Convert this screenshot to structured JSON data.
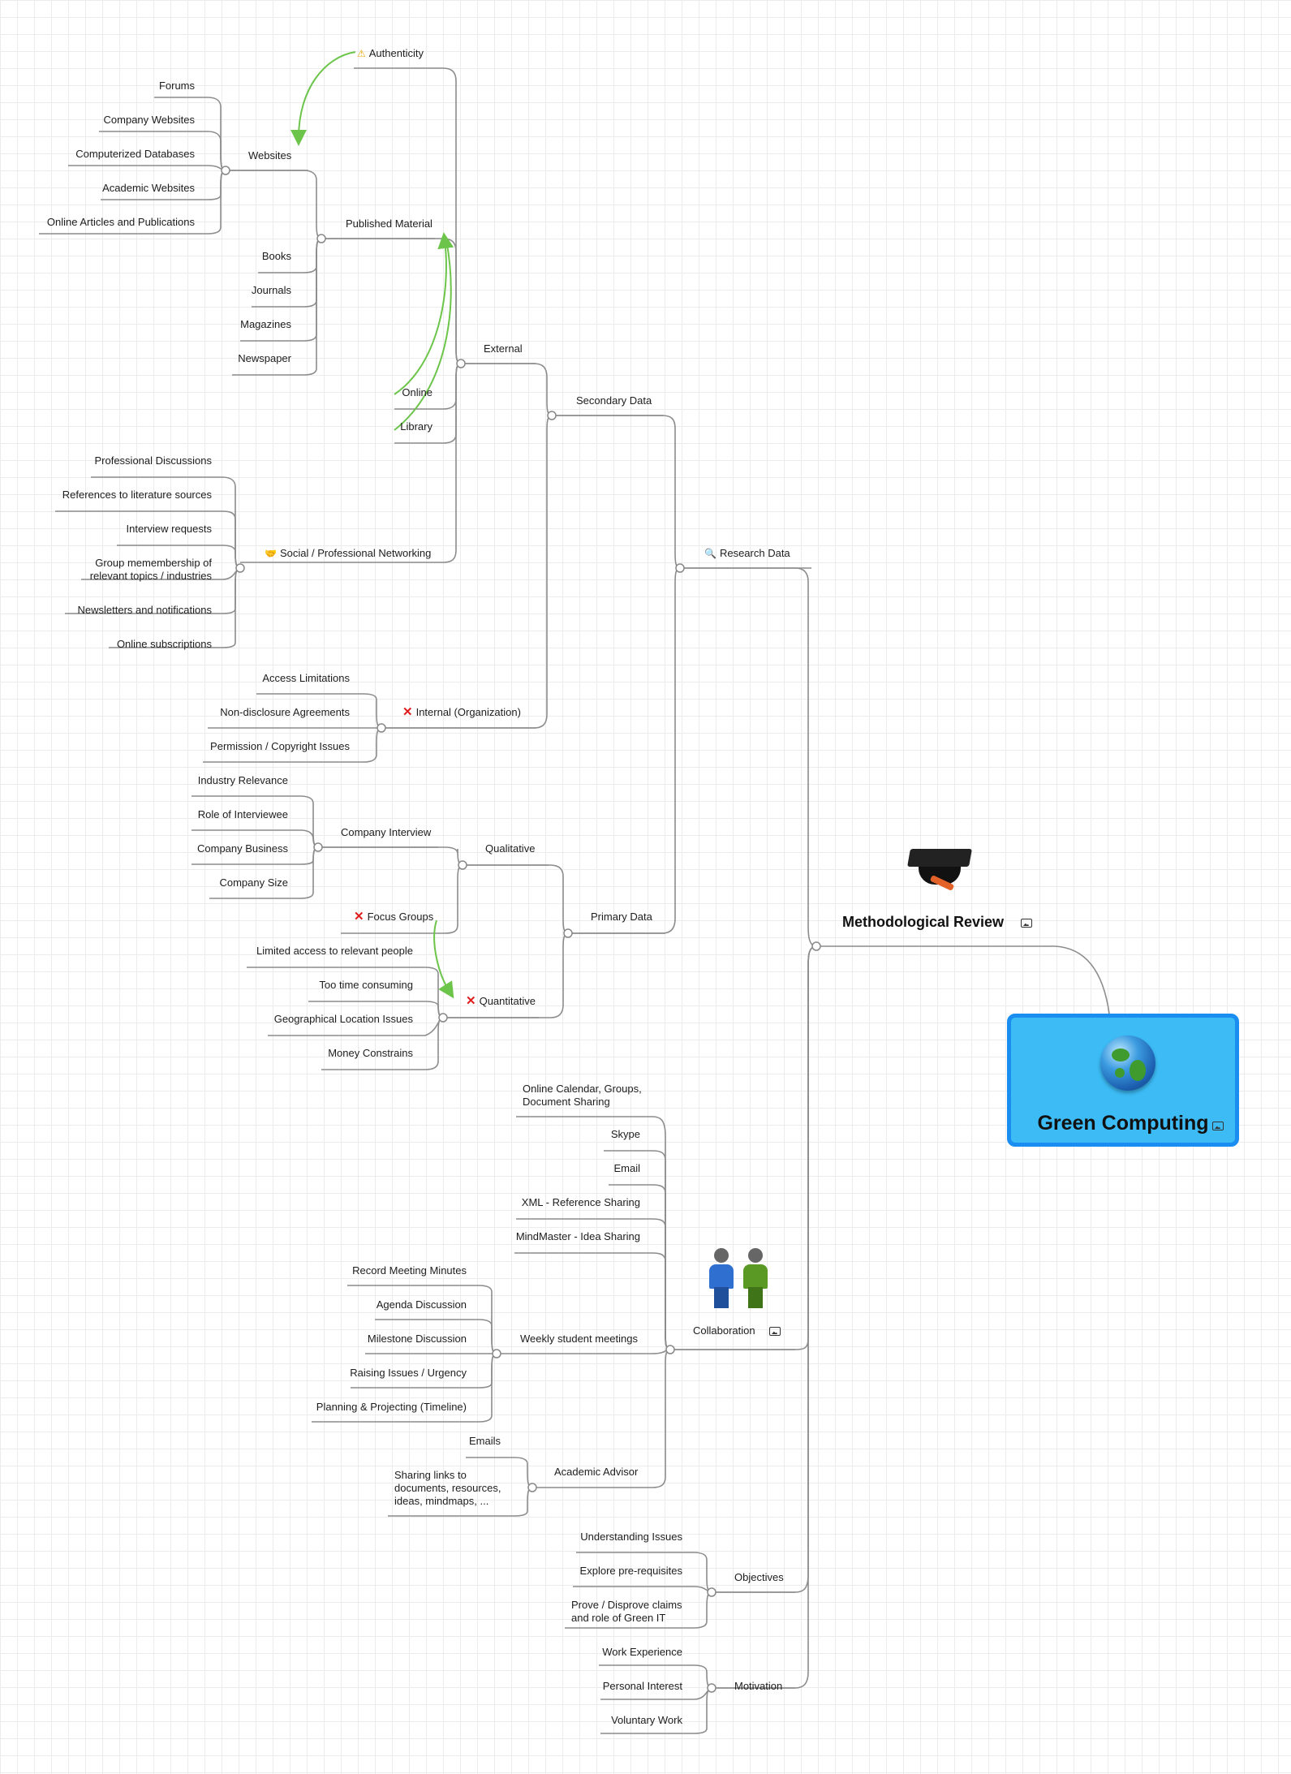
{
  "root": {
    "title": "Green Computing",
    "icon": "globe-icon",
    "image_icon": "image-icon"
  },
  "review": {
    "title": "Methodological Review",
    "icon": "graduation-cap-icon"
  },
  "research_data": {
    "label": "Research Data",
    "icon": "magnifier-icon"
  },
  "secondary_data": {
    "label": "Secondary Data"
  },
  "external": {
    "label": "External"
  },
  "authenticity": {
    "label": "Authenticity",
    "icon": "warning-icon"
  },
  "published_material": {
    "label": "Published Material"
  },
  "websites": {
    "label": "Websites",
    "items": [
      "Forums",
      "Company Websites",
      "Computerized Databases",
      "Academic Websites",
      "Online Articles and Publications"
    ]
  },
  "published_items": [
    "Books",
    "Journals",
    "Magazines",
    "Newspaper"
  ],
  "online": "Online",
  "library": "Library",
  "social": {
    "label": "Social / Professional Networking",
    "icon": "handshake-icon",
    "items": [
      "Professional Discussions",
      "References to literature sources",
      "Interview requests",
      "Group memembership of relevant topics / industries",
      "Newsletters and notifications",
      "Online subscriptions"
    ]
  },
  "internal": {
    "label": "Internal (Organization)",
    "icon": "cross-icon",
    "items": [
      "Access Limitations",
      "Non-disclosure Agreements",
      "Permission / Copyright Issues"
    ]
  },
  "primary_data": {
    "label": "Primary Data"
  },
  "qualitative": {
    "label": "Qualitative"
  },
  "company_interview": {
    "label": "Company Interview",
    "items": [
      "Industry Relevance",
      "Role of Interviewee",
      "Company Business",
      "Company Size"
    ]
  },
  "focus_groups": {
    "label": "Focus Groups",
    "icon": "cross-icon"
  },
  "quantitative": {
    "label": "Quantitative",
    "icon": "cross-icon",
    "items": [
      "Limited access to relevant people",
      "Too time consuming",
      "Geographical Location Issues",
      "Money Constrains"
    ]
  },
  "collaboration": {
    "label": "Collaboration",
    "icon": "people-icon",
    "items": [
      "Online Calendar, Groups, Document Sharing",
      "Skype",
      "Email",
      "XML - Reference Sharing",
      "MindMaster - Idea Sharing"
    ]
  },
  "weekly_meetings": {
    "label": "Weekly student meetings",
    "items": [
      "Record Meeting Minutes",
      "Agenda Discussion",
      "Milestone Discussion",
      "Raising Issues / Urgency",
      "Planning & Projecting (Timeline)"
    ]
  },
  "academic_advisor": {
    "label": "Academic Advisor",
    "items": [
      "Emails",
      "Sharing links to documents, resources, ideas, mindmaps, ..."
    ]
  },
  "objectives": {
    "label": "Objectives",
    "items": [
      "Understanding Issues",
      "Explore pre-requisites",
      "Prove / Disprove claims and role of Green IT"
    ]
  },
  "motivation": {
    "label": "Motivation",
    "items": [
      "Work Experience",
      "Personal Interest",
      "Voluntary Work"
    ]
  },
  "colors": {
    "root_fill": "#3cbbf5",
    "root_border": "#1a8ef0",
    "connector": "#8c8c8c",
    "relation_arrow": "#6cc54a",
    "cross_mark": "#e01d1d"
  }
}
